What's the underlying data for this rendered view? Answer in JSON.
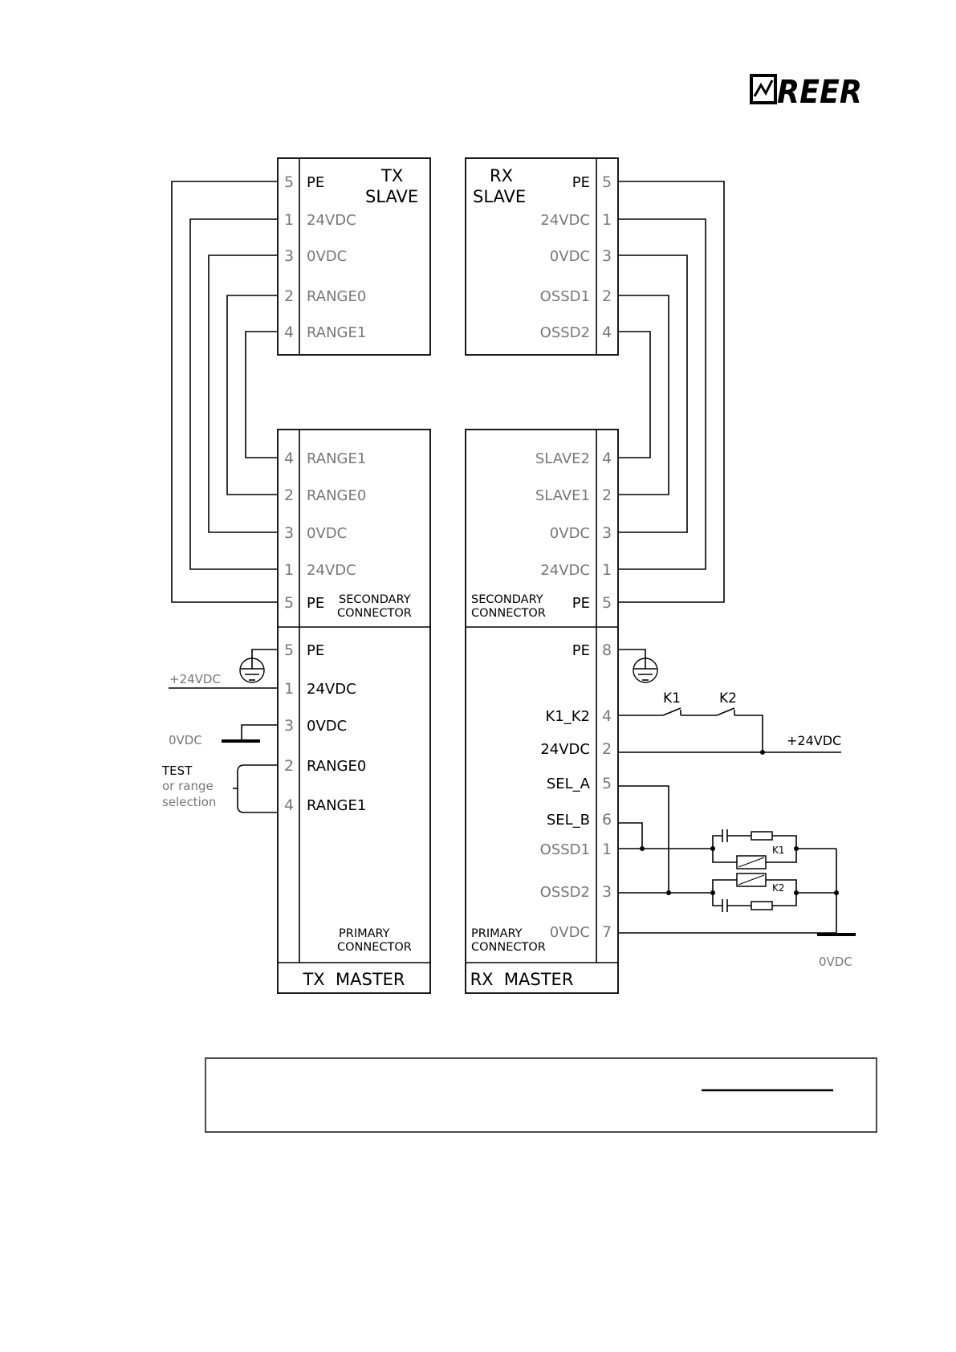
{
  "logo": {
    "text": "REER"
  },
  "tx_slave": {
    "title": [
      "TX",
      "SLAVE"
    ],
    "rows": [
      {
        "pin": "5",
        "label": "PE"
      },
      {
        "pin": "1",
        "label": "24VDC"
      },
      {
        "pin": "3",
        "label": "0VDC"
      },
      {
        "pin": "2",
        "label": "RANGE0"
      },
      {
        "pin": "4",
        "label": "RANGE1"
      }
    ]
  },
  "rx_slave": {
    "title": [
      "RX",
      "SLAVE"
    ],
    "rows": [
      {
        "pin": "5",
        "label": "PE"
      },
      {
        "pin": "1",
        "label": "24VDC"
      },
      {
        "pin": "3",
        "label": "0VDC"
      },
      {
        "pin": "2",
        "label": "OSSD1"
      },
      {
        "pin": "4",
        "label": "OSSD2"
      }
    ]
  },
  "tx_secondary": {
    "caption": [
      "SECONDARY",
      "CONNECTOR"
    ],
    "rows": [
      {
        "pin": "4",
        "label": "RANGE1"
      },
      {
        "pin": "2",
        "label": "RANGE0"
      },
      {
        "pin": "3",
        "label": "0VDC"
      },
      {
        "pin": "1",
        "label": "24VDC"
      },
      {
        "pin": "5",
        "label": "PE"
      }
    ]
  },
  "rx_secondary": {
    "caption": [
      "SECONDARY",
      "CONNECTOR"
    ],
    "rows": [
      {
        "pin": "4",
        "label": "SLAVE2"
      },
      {
        "pin": "2",
        "label": "SLAVE1"
      },
      {
        "pin": "3",
        "label": "0VDC"
      },
      {
        "pin": "1",
        "label": "24VDC"
      },
      {
        "pin": "5",
        "label": "PE"
      }
    ]
  },
  "tx_primary": {
    "caption": [
      "PRIMARY",
      "CONNECTOR"
    ],
    "footer": "TX  MASTER",
    "rows": [
      {
        "pin": "5",
        "label": "PE"
      },
      {
        "pin": "1",
        "label": "24VDC"
      },
      {
        "pin": "3",
        "label": "0VDC"
      },
      {
        "pin": "2",
        "label": "RANGE0"
      },
      {
        "pin": "4",
        "label": "RANGE1"
      }
    ]
  },
  "rx_primary": {
    "caption": [
      "PRIMARY",
      "CONNECTOR"
    ],
    "footer": "RX  MASTER",
    "rows": [
      {
        "pin": "8",
        "label": "PE"
      },
      {
        "pin": "4",
        "label": "K1_K2"
      },
      {
        "pin": "2",
        "label": "24VDC"
      },
      {
        "pin": "5",
        "label": "SEL_A"
      },
      {
        "pin": "6",
        "label": "SEL_B"
      },
      {
        "pin": "1",
        "label": "OSSD1"
      },
      {
        "pin": "3",
        "label": "OSSD2"
      },
      {
        "pin": "7",
        "label": "0VDC"
      }
    ]
  },
  "external": {
    "tx_supply": "+24VDC",
    "tx_ground": "0VDC",
    "test_note": [
      "TEST",
      "or range",
      "selection"
    ],
    "relay_k1": "K1",
    "relay_k2": "K2",
    "rx_supply": "+24VDC",
    "rx_ground": "0VDC"
  }
}
